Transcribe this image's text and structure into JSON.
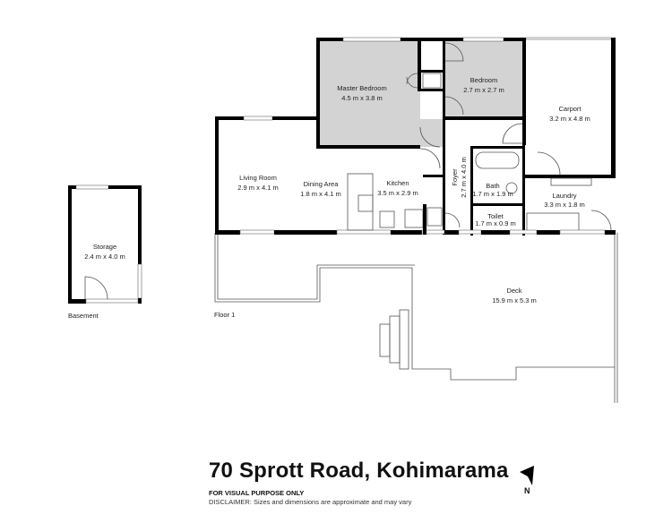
{
  "header": {
    "title": "70 Sprott Road, Kohimarama",
    "subtitle": "FOR VISUAL PURPOSE ONLY",
    "disclaimer": "DISCLAIMER: Sizes and dimensions are approximate and may vary",
    "north_label": "N"
  },
  "floors": [
    {
      "label": "Basement"
    },
    {
      "label": "Floor 1"
    }
  ],
  "rooms": {
    "storage": {
      "name": "Storage",
      "size": "2.4 m x 4.0 m"
    },
    "master_bedroom": {
      "name": "Master Bedroom",
      "size": "4.5 m x 3.8 m"
    },
    "bedroom": {
      "name": "Bedroom",
      "size": "2.7 m x 2.7 m"
    },
    "carport": {
      "name": "Carport",
      "size": "3.2 m x 4.8 m"
    },
    "living_room": {
      "name": "Living Room",
      "size": "2.9 m x 4.1 m"
    },
    "dining_area": {
      "name": "Dining Area",
      "size": "1.8 m x 4.1 m"
    },
    "kitchen": {
      "name": "Kitchen",
      "size": "3.5 m x 2.9 m"
    },
    "foyer": {
      "name": "Foyer",
      "size": "2.7 m x 4.0 m"
    },
    "bath": {
      "name": "Bath",
      "size": "1.7 m x 1.9 m"
    },
    "toilet": {
      "name": "Toilet",
      "size": "1.7 m x 0.9 m"
    },
    "laundry": {
      "name": "Laundry",
      "size": "3.3 m x 1.8 m"
    },
    "deck": {
      "name": "Deck",
      "size": "15.9 m x 5.3 m"
    }
  },
  "colors": {
    "wall": "#000000",
    "bedroom_fill": "#d3d3d3",
    "background": "#ffffff"
  }
}
